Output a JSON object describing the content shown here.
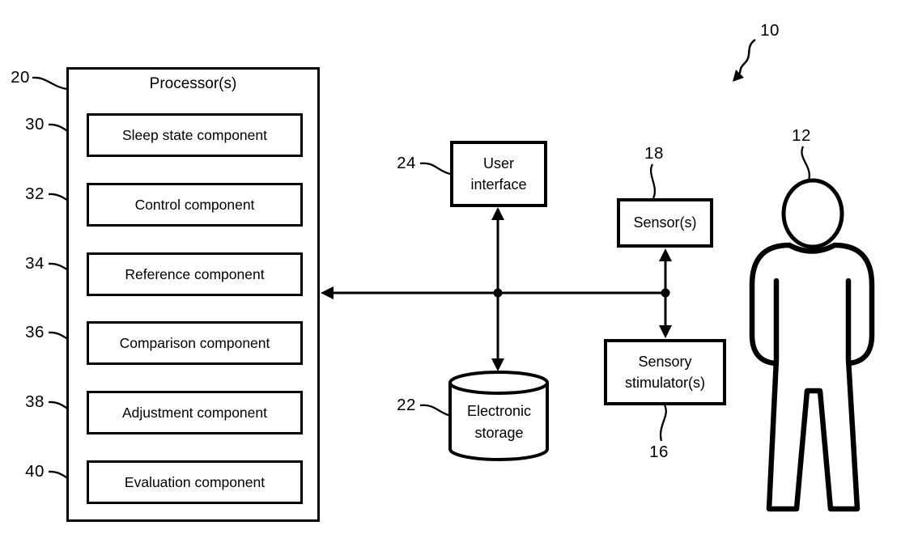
{
  "diagram": {
    "background": "#ffffff",
    "line_color": "#000000",
    "system": {
      "ref": "10"
    },
    "processor": {
      "ref": "20",
      "title": "Processor(s)",
      "components": [
        {
          "ref": "30",
          "label": "Sleep state component"
        },
        {
          "ref": "32",
          "label": "Control component"
        },
        {
          "ref": "34",
          "label": "Reference component"
        },
        {
          "ref": "36",
          "label": "Comparison component"
        },
        {
          "ref": "38",
          "label": "Adjustment component"
        },
        {
          "ref": "40",
          "label": "Evaluation component"
        }
      ]
    },
    "user_interface": {
      "ref": "24",
      "line1": "User",
      "line2": "interface"
    },
    "electronic_storage": {
      "ref": "22",
      "line1": "Electronic",
      "line2": "storage"
    },
    "sensors": {
      "ref": "18",
      "label": "Sensor(s)"
    },
    "sensory_stimulators": {
      "ref": "16",
      "line1": "Sensory",
      "line2": "stimulator(s)"
    },
    "subject": {
      "ref": "12"
    }
  }
}
